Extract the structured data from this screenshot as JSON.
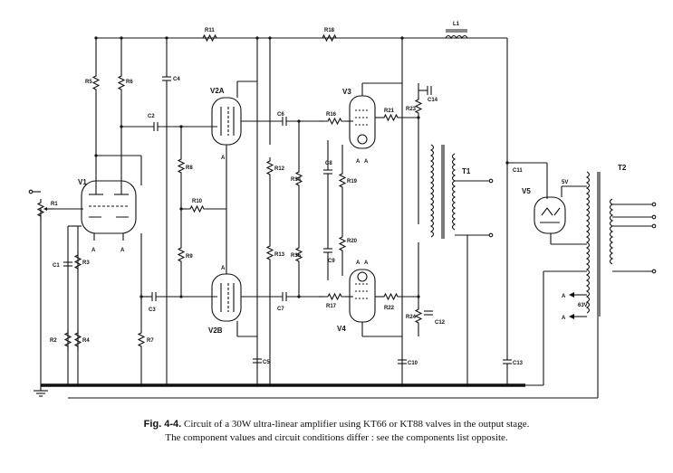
{
  "caption": {
    "label": "Fig. 4-4.",
    "line1": "Circuit of a 30W ultra-linear amplifier using KT66 or KT88 valves in the output stage.",
    "line2": "The component values and circuit conditions differ :  see the components list opposite."
  },
  "labels": {
    "V1": "V1",
    "V2A": "V2A",
    "V2B": "V2B",
    "V3": "V3",
    "V4": "V4",
    "V5": "V5",
    "T1": "T1",
    "T2": "T2",
    "L1": "L1",
    "R1": "R1",
    "R2": "R2",
    "R3": "R3",
    "R4": "R4",
    "R5": "R5",
    "R6": "R6",
    "R7": "R7",
    "R8": "R8",
    "R9": "R9",
    "R10": "R10",
    "R11": "R11",
    "R12": "R12",
    "R13": "R13",
    "R14": "R14",
    "R15": "R15",
    "R16": "R16",
    "R17": "R17",
    "R18": "R18",
    "R19": "R19",
    "R20": "R20",
    "R21": "R21",
    "R22": "R22",
    "R23": "R23",
    "R24": "R24",
    "C1": "C1",
    "C2": "C2",
    "C3": "C3",
    "C4": "C4",
    "C5": "C5",
    "C6": "C6",
    "C7": "C7",
    "C8": "C8",
    "C9": "C9",
    "C10": "C10",
    "C11": "C11",
    "C12": "C12",
    "C13": "C13",
    "C14": "C14",
    "A": "A",
    "5V": "5V",
    "63V": "63V"
  }
}
